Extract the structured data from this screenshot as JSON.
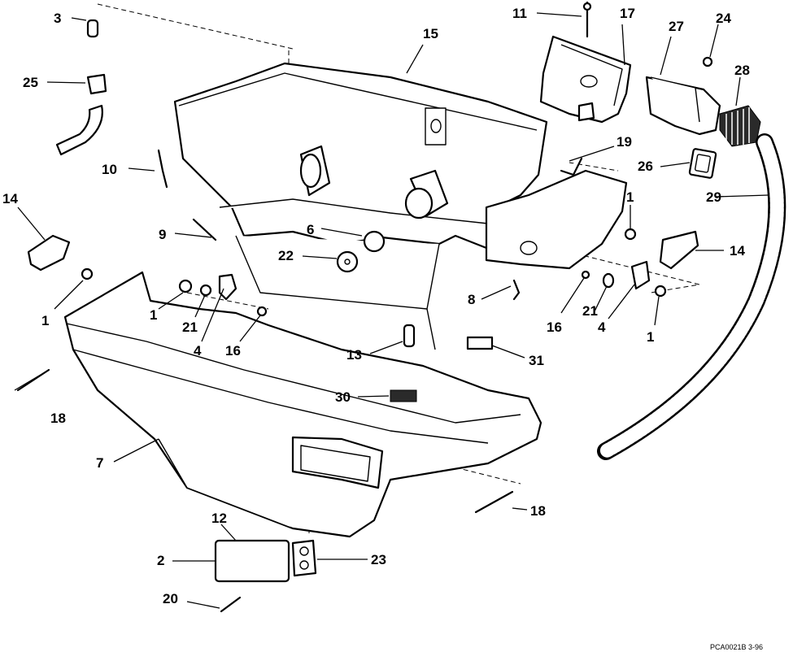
{
  "callouts": [
    {
      "id": "c3",
      "text": "3"
    },
    {
      "id": "c25",
      "text": "25"
    },
    {
      "id": "c10",
      "text": "10"
    },
    {
      "id": "c14a",
      "text": "14"
    },
    {
      "id": "c9",
      "text": "9"
    },
    {
      "id": "c1a",
      "text": "1"
    },
    {
      "id": "c1b",
      "text": "1"
    },
    {
      "id": "c21a",
      "text": "21"
    },
    {
      "id": "c4a",
      "text": "4"
    },
    {
      "id": "c16a",
      "text": "16"
    },
    {
      "id": "c18a",
      "text": "18"
    },
    {
      "id": "c7",
      "text": "7"
    },
    {
      "id": "c12",
      "text": "12"
    },
    {
      "id": "c2",
      "text": "2"
    },
    {
      "id": "c20",
      "text": "20"
    },
    {
      "id": "c23",
      "text": "23"
    },
    {
      "id": "c18b",
      "text": "18"
    },
    {
      "id": "c30",
      "text": "30"
    },
    {
      "id": "c13",
      "text": "13"
    },
    {
      "id": "c31",
      "text": "31"
    },
    {
      "id": "c6",
      "text": "6"
    },
    {
      "id": "c22",
      "text": "22"
    },
    {
      "id": "c8",
      "text": "8"
    },
    {
      "id": "c15",
      "text": "15"
    },
    {
      "id": "c11",
      "text": "11"
    },
    {
      "id": "c17",
      "text": "17"
    },
    {
      "id": "c27",
      "text": "27"
    },
    {
      "id": "c24",
      "text": "24"
    },
    {
      "id": "c28",
      "text": "28"
    },
    {
      "id": "c19",
      "text": "19"
    },
    {
      "id": "c26",
      "text": "26"
    },
    {
      "id": "c29",
      "text": "29"
    },
    {
      "id": "c1c",
      "text": "1"
    },
    {
      "id": "c14b",
      "text": "14"
    },
    {
      "id": "c16b",
      "text": "16"
    },
    {
      "id": "c21b",
      "text": "21"
    },
    {
      "id": "c4b",
      "text": "4"
    },
    {
      "id": "c1d",
      "text": "1"
    }
  ],
  "footer": {
    "code": "PCA0021B  3-96"
  }
}
